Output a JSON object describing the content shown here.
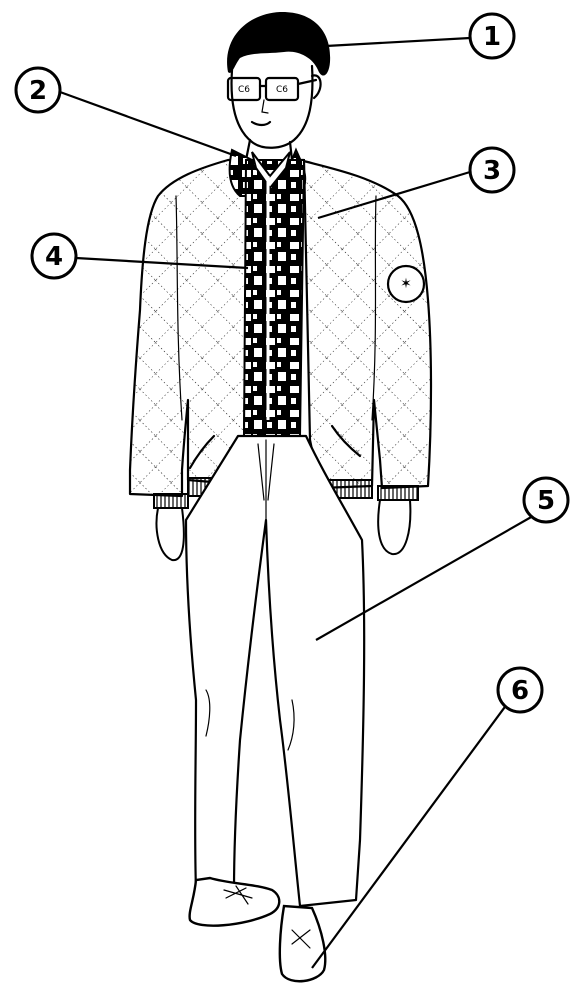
{
  "callouts": [
    {
      "id": "1",
      "label": "1"
    },
    {
      "id": "2",
      "label": "2"
    },
    {
      "id": "3",
      "label": "3"
    },
    {
      "id": "4",
      "label": "4"
    },
    {
      "id": "5",
      "label": "5"
    },
    {
      "id": "6",
      "label": "6"
    }
  ],
  "figure": {
    "glasses_lens_text_left": "C6",
    "glasses_lens_text_right": "C6"
  }
}
